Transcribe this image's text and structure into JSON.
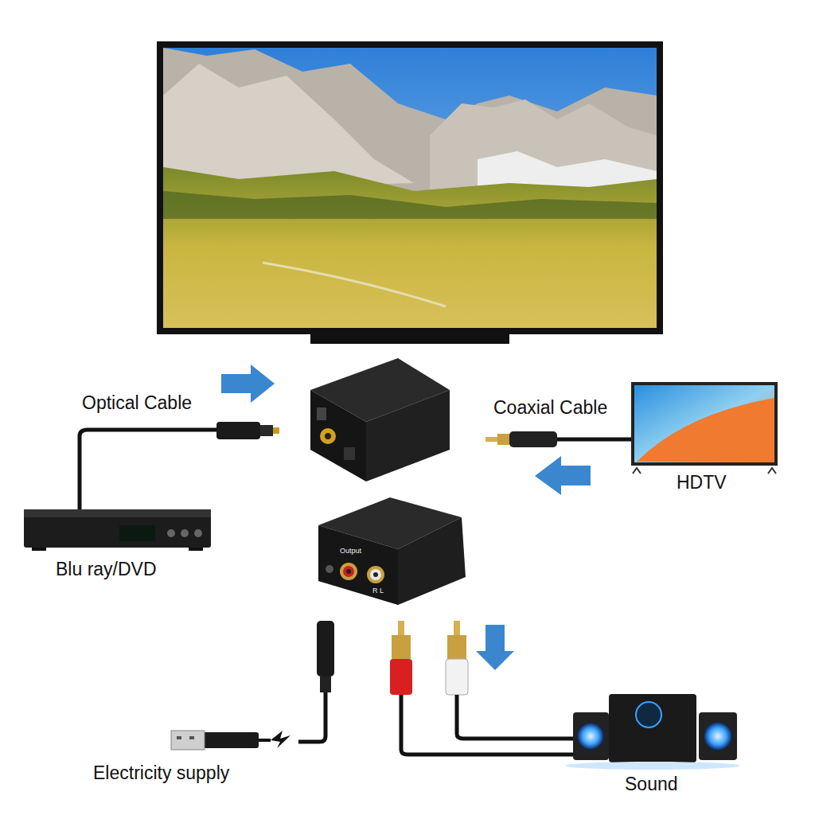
{
  "diagram": {
    "labels": [
      "Optical Cable",
      "Coaxial Cable",
      "HDTV",
      "Blu ray/DVD",
      "Output",
      "R L",
      "Electricity supply",
      "Sound"
    ]
  }
}
